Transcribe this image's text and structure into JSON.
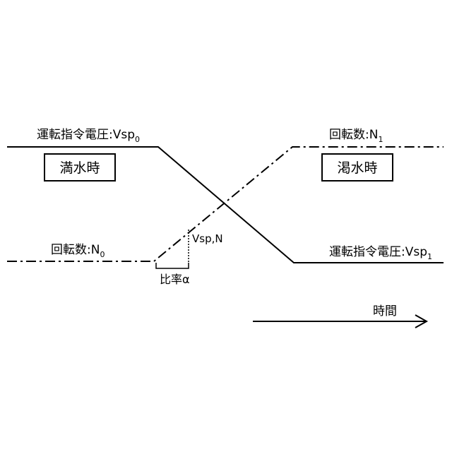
{
  "labels": {
    "voltage_full": "運転指令電圧:Vsp",
    "voltage_full_sub": "0",
    "rotation_empty": "回転数:N",
    "rotation_empty_sub": "1",
    "full_water": "満水時",
    "empty_water": "渇水時",
    "rotation_full": "回転数:N",
    "rotation_full_sub": "0",
    "vsp_n": "Vsp,N",
    "voltage_empty": "運転指令電圧:Vsp",
    "voltage_empty_sub": "1",
    "ratio": "比率α",
    "time": "時間"
  }
}
